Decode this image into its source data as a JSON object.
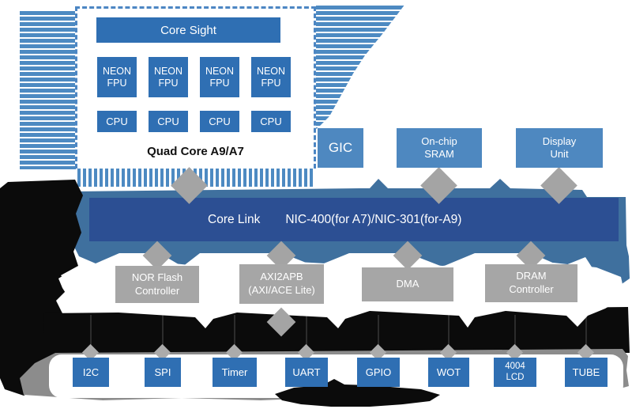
{
  "palette": {
    "stripe_blue": "#4d8ac2",
    "block_blue": "#2f6fb3",
    "light_blue": "#4e88c0",
    "band_blue": "#3f709e",
    "bus_navy": "#2c4f93",
    "gray_block": "#a6a6a6",
    "gray_band": "#8c8c8c",
    "diamond_gray": "#a4a4a4",
    "ink_black": "#0b0b0b"
  },
  "quad_core": {
    "core_sight": "Core Sight",
    "neon": [
      "NEON",
      "FPU"
    ],
    "cpu": "CPU",
    "caption": "Quad Core A9/A7"
  },
  "top_blocks": {
    "gic": "GIC",
    "sram": [
      "On-chip",
      "SRAM"
    ],
    "display_unit": [
      "Display",
      "Unit"
    ]
  },
  "bus": {
    "name": "Core Link",
    "spec": "NIC-400(for A7)/NIC-301(for-A9)"
  },
  "controllers": {
    "nor": [
      "NOR Flash",
      "Controller"
    ],
    "axi": [
      "AXI2APB",
      "(AXI/ACE Lite)"
    ],
    "dma": "DMA",
    "dram": [
      "DRAM",
      "Controller"
    ]
  },
  "peripherals": {
    "i2c": "I2C",
    "spi": "SPI",
    "timer": "Timer",
    "uart": "UART",
    "gpio": "GPIO",
    "wot": "WOT",
    "lcd": [
      "4004",
      "LCD"
    ],
    "tube": "TUBE"
  }
}
